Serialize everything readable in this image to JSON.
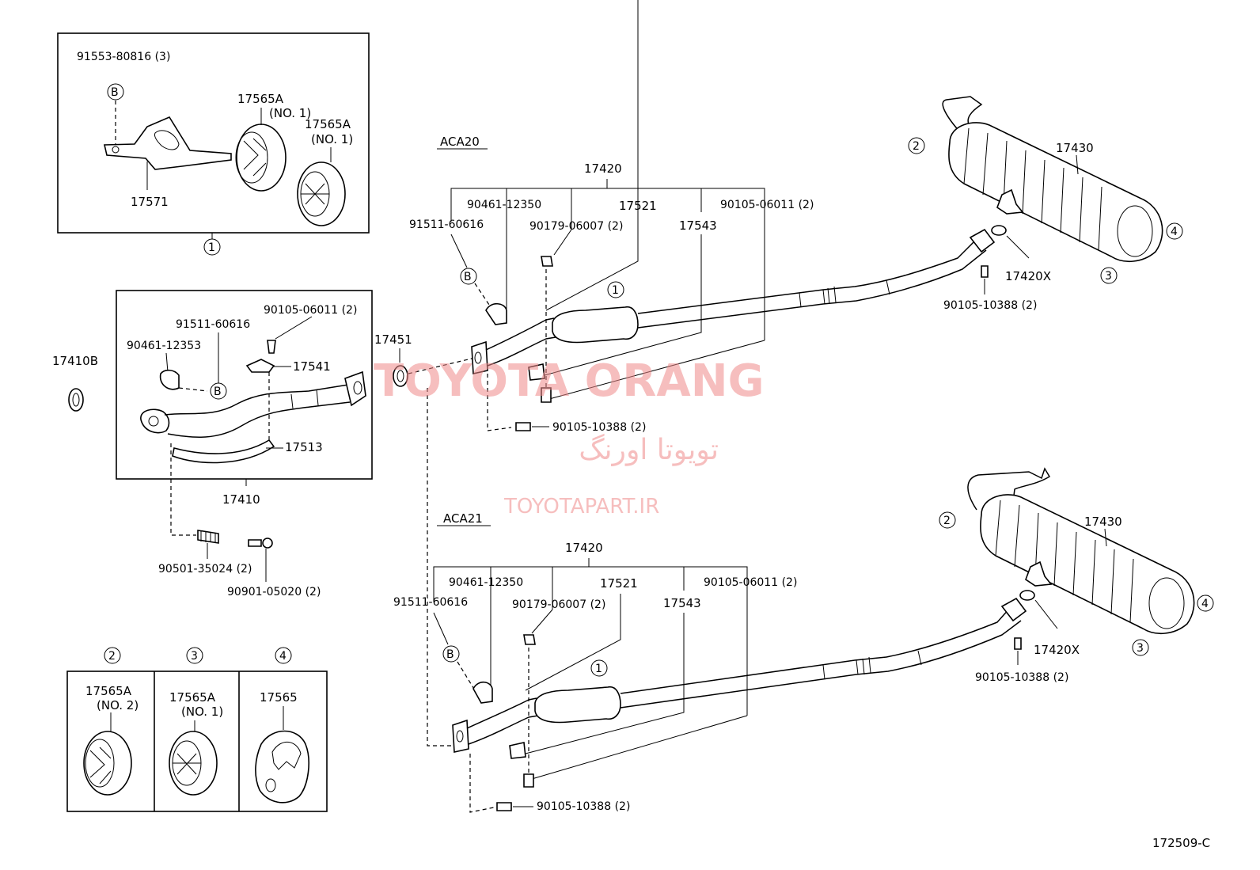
{
  "box1": {
    "part_bolt": "91553-80816 (3)",
    "circle_b": "B",
    "part_bracket": "17571",
    "part_hanger_a": "17565A",
    "part_hanger_a_note": "(NO. 1)",
    "part_hanger_b": "17565A",
    "part_hanger_b_note": "(NO. 1)",
    "callout": "1"
  },
  "box2": {
    "part_clamp_bolt": "90105-06011 (2)",
    "part_gasket_ring": "91511-60616",
    "part_clamp": "90461-12353",
    "part_support": "17541",
    "circle_b": "B",
    "part_insulator": "17513",
    "part_assembly": "17410",
    "part_gasket_left": "17410B",
    "part_spring": "90501-35024 (2)",
    "part_bolt": "90901-05020 (2)"
  },
  "gasket_center": "17451",
  "aca20": {
    "heading": "ACA20",
    "part_assembly": "17420",
    "part_clamp": "90461-12350",
    "part_bracket": "17521",
    "part_bolt_top": "90105-06011 (2)",
    "part_ring": "91511-60616",
    "part_nut": "90179-06007 (2)",
    "part_support": "17543",
    "circle_b": "B",
    "callout_1": "1",
    "part_bolt_low": "90105-10388 (2)",
    "part_muffler": "17430",
    "part_gasket": "17420X",
    "part_bolt_rear": "90105-10388 (2)",
    "callout_2": "2",
    "callout_3": "3",
    "callout_4": "4"
  },
  "aca21": {
    "heading": "ACA21",
    "part_assembly": "17420",
    "part_clamp": "90461-12350",
    "part_bracket": "17521",
    "part_bolt_top": "90105-06011 (2)",
    "part_ring": "91511-60616",
    "part_nut": "90179-06007 (2)",
    "part_support": "17543",
    "circle_b": "B",
    "callout_1": "1",
    "part_bolt_low": "90105-10388 (2)",
    "part_muffler": "17430",
    "part_gasket": "17420X",
    "part_bolt_rear": "90105-10388 (2)",
    "callout_2": "2",
    "callout_3": "3",
    "callout_4": "4"
  },
  "legend": {
    "c2": "2",
    "c3": "3",
    "c4": "4",
    "p2": "17565A",
    "p2_note": "(NO. 2)",
    "p3": "17565A",
    "p3_note": "(NO. 1)",
    "p4": "17565"
  },
  "watermark": {
    "title": "TOYOTA ORANG",
    "arabic": "تویوتا اورنگ",
    "url": "TOYOTAPART.IR",
    "color": "#f08a8a"
  },
  "figure_id": "172509-C"
}
